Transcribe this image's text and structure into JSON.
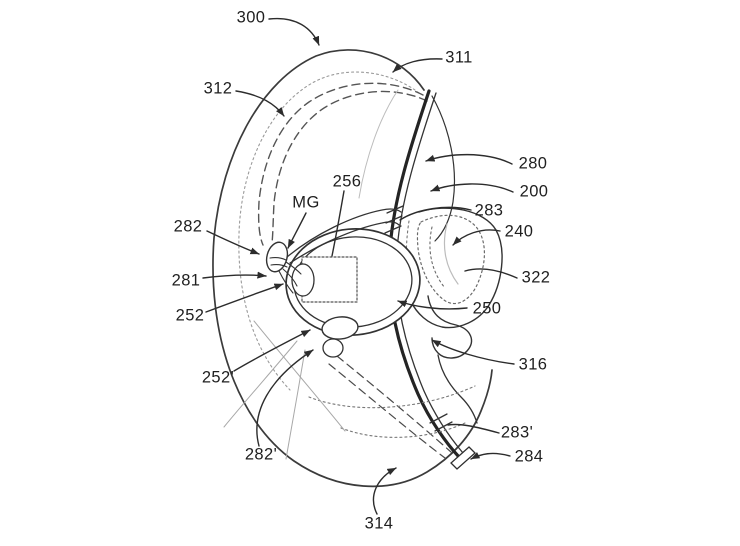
{
  "figure": {
    "kind": "patent-line-drawing",
    "subject": "ear-worn hearing device positioned in an ear",
    "ink_color": "#3b3b3b",
    "background_color": "#ffffff",
    "labels": [
      {
        "ref": "300",
        "text": "300"
      },
      {
        "ref": "311",
        "text": "311"
      },
      {
        "ref": "312",
        "text": "312"
      },
      {
        "ref": "280",
        "text": "280"
      },
      {
        "ref": "200",
        "text": "200"
      },
      {
        "ref": "283",
        "text": "283"
      },
      {
        "ref": "240",
        "text": "240"
      },
      {
        "ref": "322",
        "text": "322"
      },
      {
        "ref": "250",
        "text": "250"
      },
      {
        "ref": "316",
        "text": "316"
      },
      {
        "ref": "283p",
        "text": "283'"
      },
      {
        "ref": "284",
        "text": "284"
      },
      {
        "ref": "314",
        "text": "314"
      },
      {
        "ref": "282p",
        "text": "282'"
      },
      {
        "ref": "252p",
        "text": "252'"
      },
      {
        "ref": "252",
        "text": "252"
      },
      {
        "ref": "281",
        "text": "281"
      },
      {
        "ref": "282",
        "text": "282"
      },
      {
        "ref": "MG",
        "text": "MG"
      },
      {
        "ref": "256",
        "text": "256"
      }
    ]
  }
}
